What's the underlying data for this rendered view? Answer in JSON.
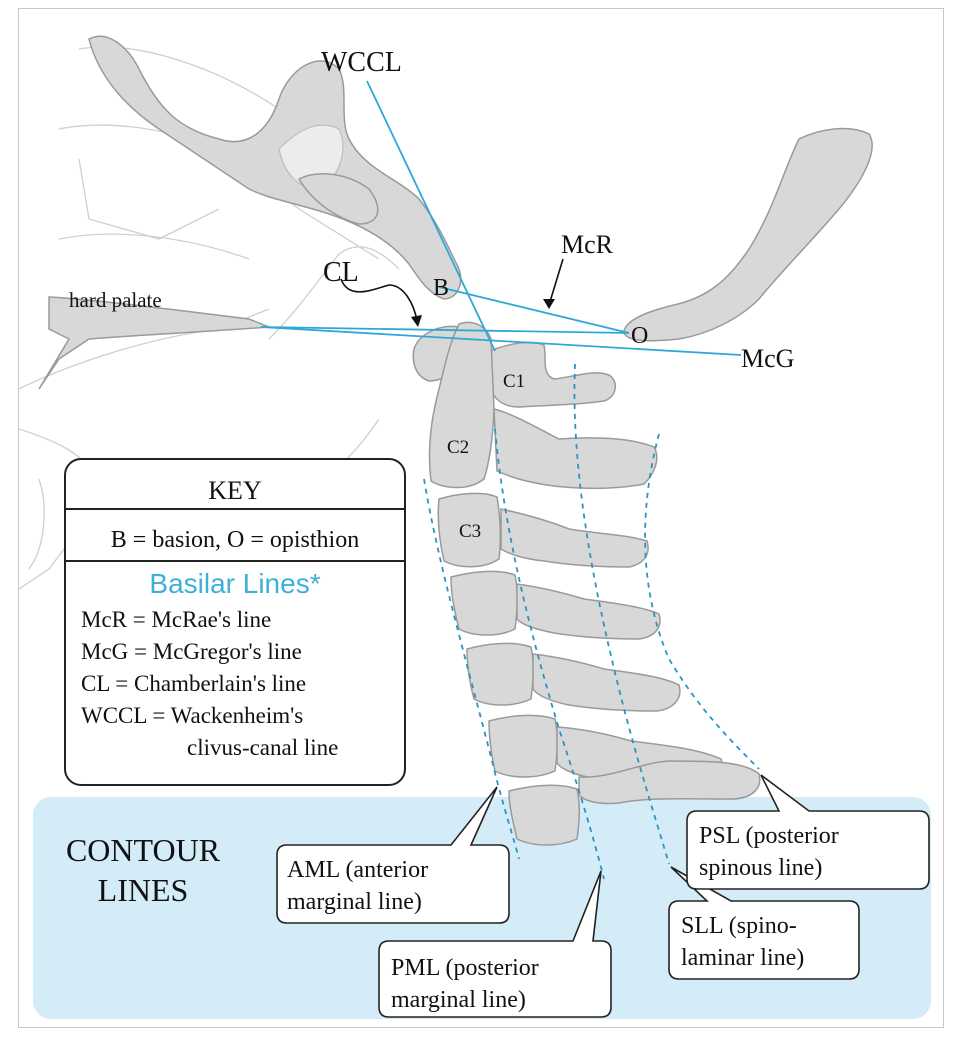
{
  "labels": {
    "wccl": "WCCL",
    "mcr": "McR",
    "cl": "CL",
    "b": "B",
    "o": "O",
    "mcg": "McG",
    "hard_palate": "hard palate",
    "c1": "C1",
    "c2": "C2",
    "c3": "C3"
  },
  "key": {
    "title": "KEY",
    "points": "B = basion, O = opisthion",
    "basilar_heading": "Basilar Lines*",
    "items": [
      "McR = McRae's line",
      "McG = McGregor's line",
      "CL = Chamberlain's line",
      "WCCL = Wackenheim's",
      "clivus-canal line"
    ]
  },
  "contour": {
    "title_line1": "CONTOUR",
    "title_line2": "LINES",
    "aml": [
      "AML (anterior",
      "marginal line)"
    ],
    "pml": [
      "PML (posterior",
      "marginal line)"
    ],
    "sll": [
      "SLL (spino-",
      "laminar line)"
    ],
    "psl": [
      "PSL (posterior",
      "spinous line)"
    ]
  },
  "colors": {
    "basilar_line": "#2fa8d8",
    "contour_panel": "#d3ecf8",
    "bone": "#d8d8d8"
  }
}
